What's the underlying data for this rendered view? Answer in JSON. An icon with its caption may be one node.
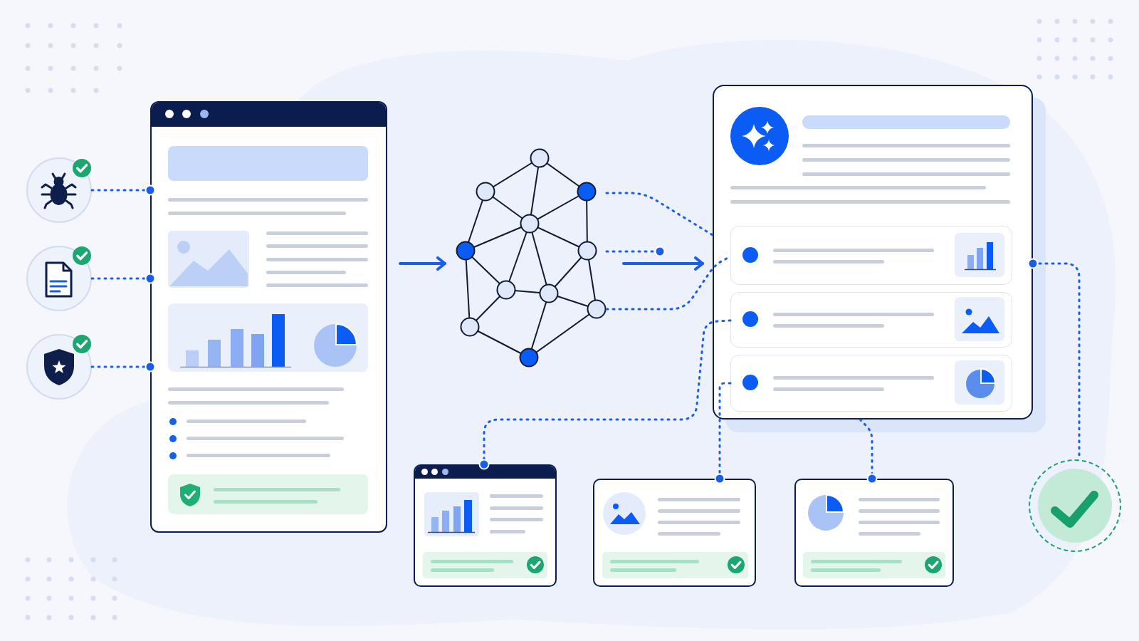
{
  "diagram": {
    "nodes": [
      {
        "text": [],
        "shape": "circle"
      },
      {
        "text": [],
        "shape": "circle"
      },
      {
        "text": [],
        "shape": "circle"
      },
      {
        "text": [],
        "shape": "box"
      },
      {
        "text": [],
        "shape": "picture"
      },
      {
        "text": [],
        "shape": "box"
      },
      {
        "text": [],
        "shape": "box",
        "in": 5
      },
      {
        "text": [],
        "shape": "box",
        "in": 5
      },
      {
        "text": [],
        "shape": "box",
        "in": 5
      },
      {
        "text": [],
        "shape": "box"
      },
      {
        "text": [],
        "shape": "box"
      },
      {
        "text": [],
        "shape": "box"
      },
      {
        "text": [],
        "shape": "circle"
      }
    ],
    "edges": [
      {
        "from": 0,
        "to": 3,
        "arrow": "other",
        "style": "dashed"
      },
      {
        "from": 1,
        "to": 3,
        "arrow": "other",
        "style": "dashed"
      },
      {
        "from": 2,
        "to": 3,
        "arrow": "other",
        "style": "dashed"
      },
      {
        "from": 3,
        "to": 4,
        "arrow": "to"
      },
      {
        "from": 4,
        "to": 5,
        "arrow": "none",
        "style": "dashed"
      },
      {
        "from": 4,
        "to": null,
        "arrow": "other",
        "style": "dashed"
      },
      {
        "from": 4,
        "to": 5,
        "arrow": "to"
      },
      {
        "from": 4,
        "to": 6,
        "arrow": "none",
        "style": "dashed"
      },
      {
        "from": 7,
        "to": 9,
        "arrow": "other",
        "style": "dashed"
      },
      {
        "from": 8,
        "to": 10,
        "arrow": "other",
        "style": "dashed"
      },
      {
        "from": 5,
        "to": 11,
        "arrow": "other",
        "style": "dashed"
      },
      {
        "from": 5,
        "to": 12,
        "arrow": "other",
        "style": "dashed"
      }
    ]
  }
}
